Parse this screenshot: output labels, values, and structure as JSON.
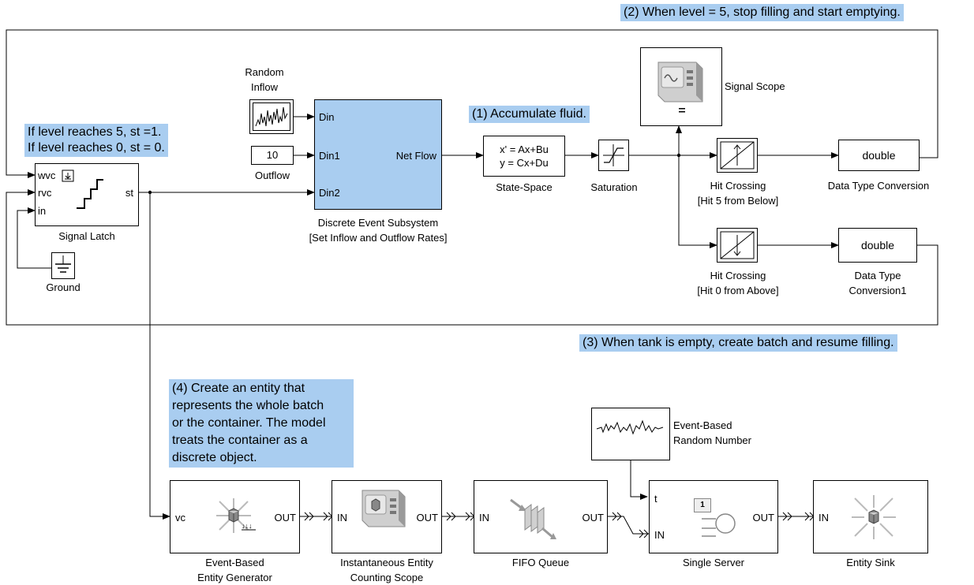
{
  "notes": {
    "n1": "(1) Accumulate fluid.",
    "n2": "(2) When level = 5, stop filling and start emptying.",
    "n3": "(3) When tank is empty, create batch and resume filling.",
    "n4": [
      "(4) Create an entity that",
      "represents the whole batch",
      "or the container. The model",
      "treats the container as a",
      "discrete object."
    ],
    "latch": [
      "If level reaches 5, st =1.",
      "If level reaches 0, st = 0."
    ]
  },
  "blocks": {
    "random_inflow": {
      "label": [
        "Random",
        "Inflow"
      ]
    },
    "outflow": {
      "label": "Outflow",
      "value": "10"
    },
    "des": {
      "label": [
        "Discrete Event Subsystem",
        "[Set Inflow and Outflow Rates]"
      ],
      "ports_in": [
        "Din",
        "Din1",
        "Din2"
      ],
      "port_out": "Net Flow"
    },
    "state_space": {
      "label": "State-Space",
      "eq": [
        "x' = Ax+Bu",
        "y = Cx+Du"
      ]
    },
    "saturation": {
      "label": "Saturation"
    },
    "signal_scope": {
      "label": "Signal Scope"
    },
    "hit_crossing_1": {
      "label": [
        "Hit Crossing",
        "[Hit 5 from Below]"
      ]
    },
    "hit_crossing_2": {
      "label": [
        "Hit Crossing",
        "[Hit 0 from Above]"
      ]
    },
    "dtc": {
      "label": "Data Type Conversion",
      "value": "double"
    },
    "dtc1": {
      "label": [
        "Data Type",
        "Conversion1"
      ],
      "value": "double"
    },
    "signal_latch": {
      "label": "Signal Latch",
      "ports_in": [
        "wvc",
        "rvc",
        "in"
      ],
      "port_out": "st"
    },
    "ground": {
      "label": "Ground"
    },
    "entity_gen": {
      "label": [
        "Event-Based",
        "Entity Generator"
      ],
      "port_in": "vc",
      "port_out": "OUT"
    },
    "counting_scope": {
      "label": [
        "Instantaneous Entity",
        "Counting Scope"
      ],
      "port_in": "IN",
      "port_out": "OUT"
    },
    "fifo": {
      "label": "FIFO Queue",
      "port_in": "IN",
      "port_out": "OUT"
    },
    "server": {
      "label": "Single Server",
      "ports_in": [
        "t",
        "IN"
      ],
      "port_out": "OUT",
      "badge": "1"
    },
    "random_number": {
      "label": [
        "Event-Based",
        "Random Number"
      ]
    },
    "sink": {
      "label": "Entity Sink",
      "port_in": "IN"
    }
  }
}
